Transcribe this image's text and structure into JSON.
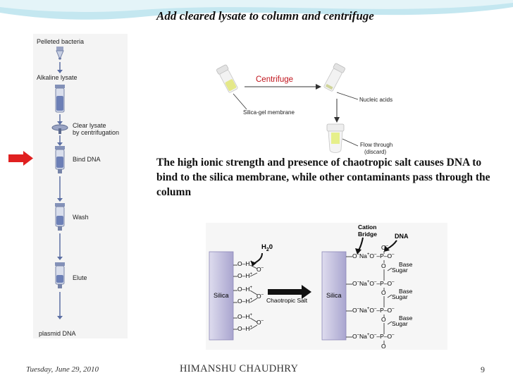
{
  "slide": {
    "title": "Add cleared lysate to column and centrifuge",
    "caption": "The high ionic strength and presence of chaotropic salt causes DNA to bind to the silica membrane, while other contaminants pass through the column"
  },
  "workflow": {
    "steps": [
      "Pelleted bacteria",
      "Alkaline lysate",
      "Clear lysate",
      "by centrifugation",
      "Bind DNA",
      "Wash",
      "Elute",
      "plasmid DNA"
    ],
    "highlight_color": "#e02020"
  },
  "centrifuge_diagram": {
    "centrifuge_label": "Centrifuge",
    "membrane_label": "Silica-gel membrane",
    "nucleic_label": "Nucleic acids",
    "flow_label_1": "Flow through",
    "flow_label_2": "(discard)",
    "label_color": "#c0141c"
  },
  "binding_diagram": {
    "h2o_label": "H",
    "h2o_sub": "2",
    "h2o_tail": "0",
    "silica_left": "Silica",
    "silica_right": "Silica",
    "chaotropic_label": "Chaotropic Salt",
    "cation_bridge_1": "Cation",
    "cation_bridge_2": "Bridge",
    "dna_label": "DNA",
    "oh_group": "O",
    "h_sym": "H",
    "plus": "+",
    "na_ion": "Na",
    "p_atom": "P",
    "o_minus": "O",
    "base_label": "Base",
    "sugar_label": "Sugar"
  },
  "footer": {
    "date": "Tuesday, June 29, 2010",
    "author": "HIMANSHU CHAUDHRY",
    "page": "9"
  },
  "colors": {
    "wave_top": "#bfe6ef",
    "wave_light": "#e6f5f8",
    "silica_bar": "#b7b3d6"
  }
}
